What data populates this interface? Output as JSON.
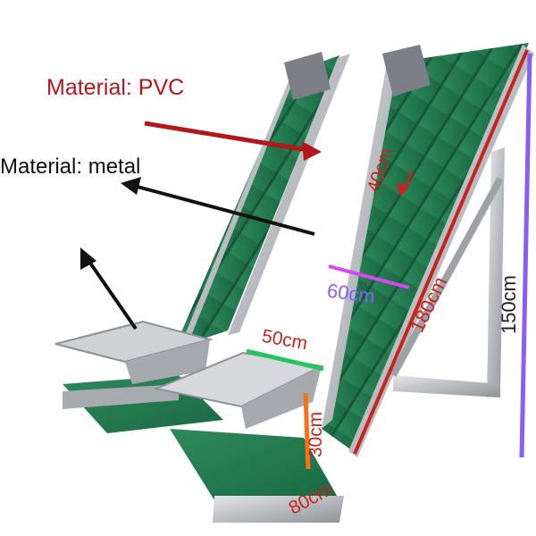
{
  "image": {
    "description_labels": {
      "pvc": "Material: PVC",
      "metal": "Material: metal"
    },
    "dimensions": {
      "belt_pitch": "40cm",
      "belt_width": "60cm",
      "length": "180cm",
      "height": "150cm",
      "hopper_width": "50cm",
      "hopper_height": "30cm",
      "base_width": "80cm"
    },
    "colors": {
      "pvc_label": "#b3161b",
      "belt_green": "#1f7a4d",
      "metal": "#b9bcc0",
      "length_line": "#c8241d",
      "height_line": "#8b5cf6",
      "width_line": "#d946ef",
      "hopper_line": "#22c55e",
      "side_line": "#f97316"
    }
  }
}
